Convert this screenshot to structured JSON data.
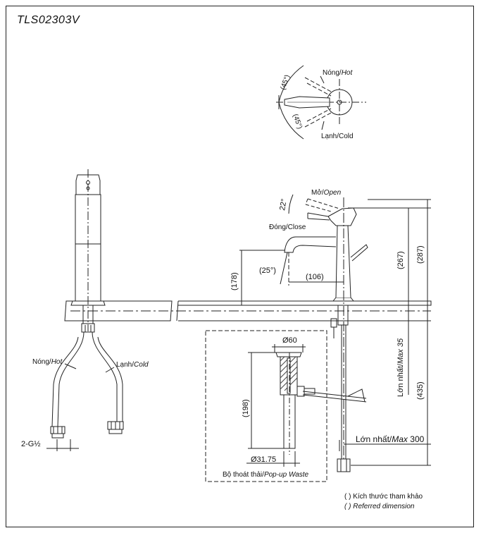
{
  "model": "TLS02303V",
  "top_view": {
    "hot_label": "Nóng/",
    "hot_label_en": "Hot",
    "cold_label": "Lạnh/Cold",
    "angle_hot": "(45°)",
    "angle_cold": "(45°)"
  },
  "front_view": {
    "hot_label": "Nóng/",
    "hot_label_en": "Hot",
    "cold_label": "Lạnh/",
    "cold_label_en": "Cold",
    "thread_label": "2-G½"
  },
  "side_view": {
    "open_label": "Mở/",
    "open_label_en": "Open",
    "close_label": "Đóng/Close",
    "lever_angle": "22°",
    "spout_angle": "(25°)",
    "spout_height": "(178)",
    "spout_reach": "(106)",
    "height_267": "(267)",
    "height_287": "(287)",
    "max_35_label": "Lớn nhất/",
    "max_35_en": "Max 35",
    "dim_435": "(435)",
    "max_300_label": "Lớn nhất/",
    "max_300_en": "Max",
    "max_300_value": "300"
  },
  "waste": {
    "diameter_top": "Ø60",
    "height": "(198)",
    "diameter_bottom": "Ø31.75",
    "caption": "Bộ thoát thải/",
    "caption_en": "Pop-up Waste"
  },
  "legend": {
    "line1": "( ) Kích thước tham khảo",
    "line2": "( ) Referred dimension"
  }
}
